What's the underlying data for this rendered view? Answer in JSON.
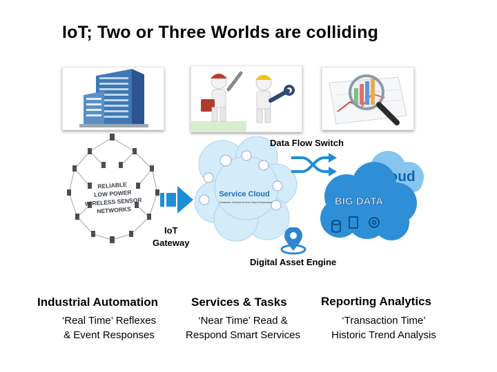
{
  "title": "IoT; Two or Three Worlds are colliding",
  "sensor_network_text": [
    "RELIABLE",
    "LOW POWER",
    "WIRELESS SENSOR",
    "NETWORKS"
  ],
  "iot_gateway_label": [
    "IoT",
    "Gateway"
  ],
  "service_cloud": {
    "title": "Service Cloud",
    "subtitle": "Customer Service for the Cloud Generation"
  },
  "data_flow_switch_label": "Data Flow Switch",
  "big_data_cloud": {
    "cloud_text": "Cloud",
    "big_data_text": "BIG DATA"
  },
  "digital_asset_engine_label": "Digital Asset Engine",
  "columns": [
    {
      "heading": "Industrial Automation",
      "lines": [
        "‘Real Time’ Reflexes",
        "& Event Responses"
      ]
    },
    {
      "heading": "Services & Tasks",
      "lines": [
        "‘Near Time’ Read &",
        "Respond Smart Services"
      ]
    },
    {
      "heading": "Reporting Analytics",
      "lines": [
        "‘Transaction Time’",
        "Historic Trend Analysis"
      ]
    }
  ],
  "icons": {
    "building": "office-building-icon",
    "workers": "maintenance-workers-icon",
    "analytics": "magnifier-chart-icon",
    "gateway": "gateway-arrow-icon",
    "switch": "shuffle-arrows-icon",
    "engine": "location-pin-icon"
  },
  "colors": {
    "accent_blue": "#1e8ed8",
    "cloud_blue": "#3aa0dd",
    "light_cloud": "#bfe1f6"
  }
}
